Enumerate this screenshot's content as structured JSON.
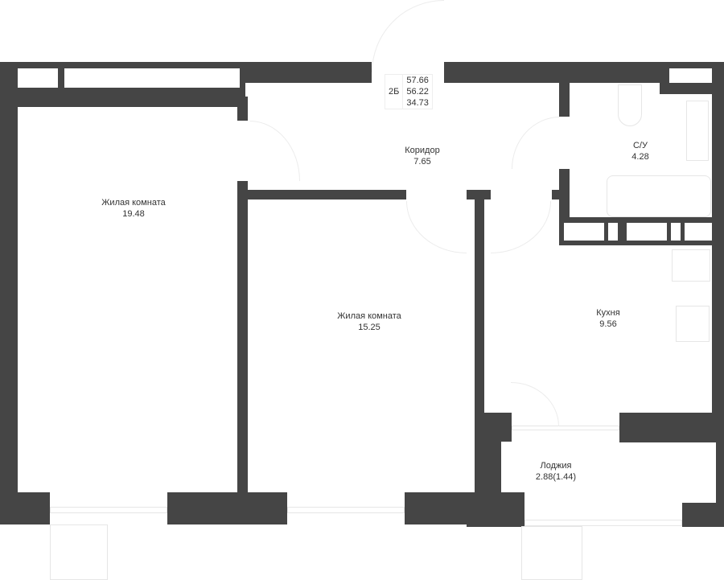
{
  "summary": {
    "type": "2Б",
    "total_area": "57.66",
    "living_total": "56.22",
    "living_area": "34.73"
  },
  "rooms": [
    {
      "name": "Жилая комната",
      "area": "19.48"
    },
    {
      "name": "Жилая комната",
      "area": "15.25"
    },
    {
      "name": "Коридор",
      "area": "7.65"
    },
    {
      "name": "С/У",
      "area": "4.28"
    },
    {
      "name": "Кухня",
      "area": "9.56"
    },
    {
      "name": "Лоджия",
      "area": "2.88(1.44)"
    }
  ],
  "colors": {
    "wall": "#454545",
    "background": "#ffffff"
  }
}
